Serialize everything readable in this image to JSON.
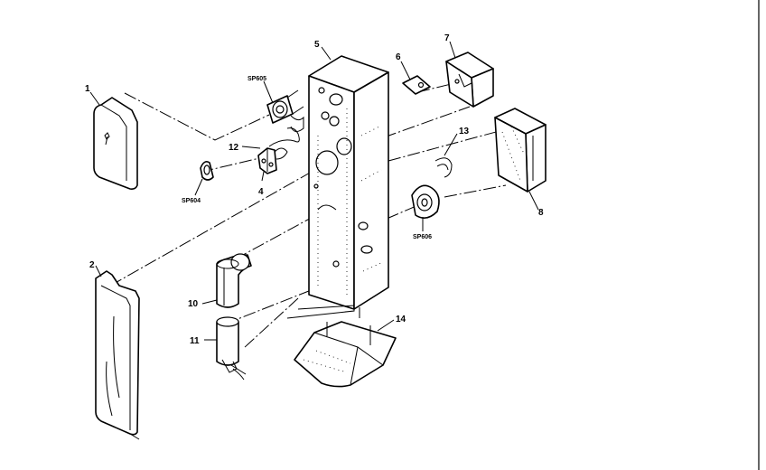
{
  "labels": {
    "part_1": "1",
    "part_2": "2",
    "part_4": "4",
    "part_5": "5",
    "part_6": "6",
    "part_7": "7",
    "part_8": "8",
    "part_10": "10",
    "part_11": "11",
    "part_12": "12",
    "part_13": "13",
    "part_14": "14",
    "sp604": "SP604",
    "sp605": "SP605",
    "sp606": "SP606"
  }
}
